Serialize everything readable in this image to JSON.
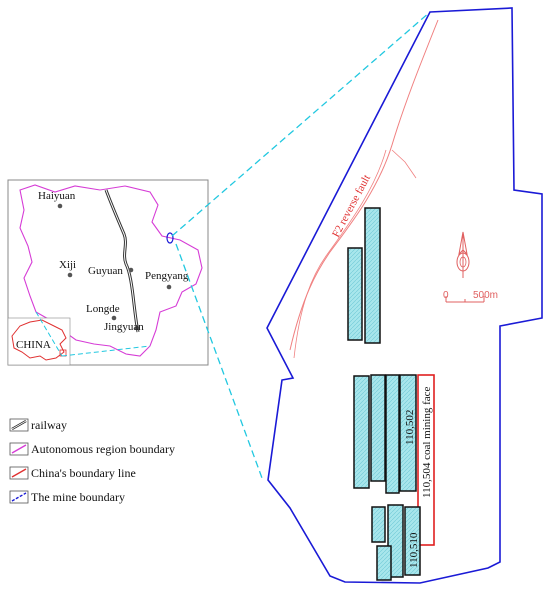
{
  "inset_map": {
    "places": [
      {
        "name": "Haiyuan"
      },
      {
        "name": "Xiji"
      },
      {
        "name": "Guyuan"
      },
      {
        "name": "Pengyang"
      },
      {
        "name": "Longde"
      },
      {
        "name": "Jingyuan"
      }
    ],
    "country_label": "CHINA"
  },
  "mine_map": {
    "fault_label": "F2 reverse fault",
    "panel_labels": {
      "panel_502": "110,502",
      "panel_510": "110,510",
      "mining_face": "110,504 coal mining face"
    },
    "scale_bar": {
      "start_label": "0",
      "end_label": "500m"
    }
  },
  "legend": {
    "items": [
      {
        "label": "railway",
        "icon": "railway-icon"
      },
      {
        "label": "Autonomous region boundary",
        "icon": "region-boundary-icon"
      },
      {
        "label": "China's boundary line",
        "icon": "china-boundary-icon"
      },
      {
        "label": "The mine boundary",
        "icon": "mine-boundary-icon"
      }
    ]
  },
  "colors": {
    "mine_boundary": "#1a1ad6",
    "region_boundary": "#d63cd6",
    "china_boundary": "#e03030",
    "connector": "#22c8e0",
    "panel_fill": "#a8e6ec",
    "fault": "#f08080",
    "mining_face": "#e02020"
  }
}
